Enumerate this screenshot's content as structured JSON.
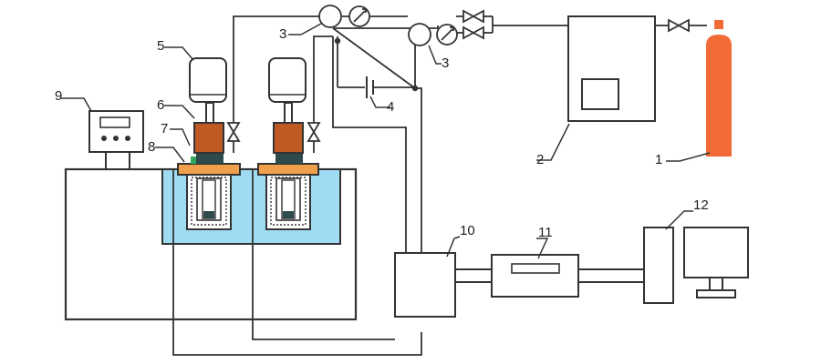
{
  "labels": {
    "n1": "1",
    "n2": "2",
    "n3a": "3",
    "n3b": "3",
    "n4": "4",
    "n5": "5",
    "n6": "6",
    "n7": "7",
    "n8": "8",
    "n9": "9",
    "n10": "10",
    "n11": "11",
    "n12": "12"
  },
  "colors": {
    "line": "#333333",
    "cylinder": "#f26b36",
    "bath_fill": "#9fdcf4",
    "motor_block": "#c05a24",
    "plate": "#f0a04b",
    "green_seal": "#2faa5c",
    "dark_block": "#2f4a4a"
  }
}
